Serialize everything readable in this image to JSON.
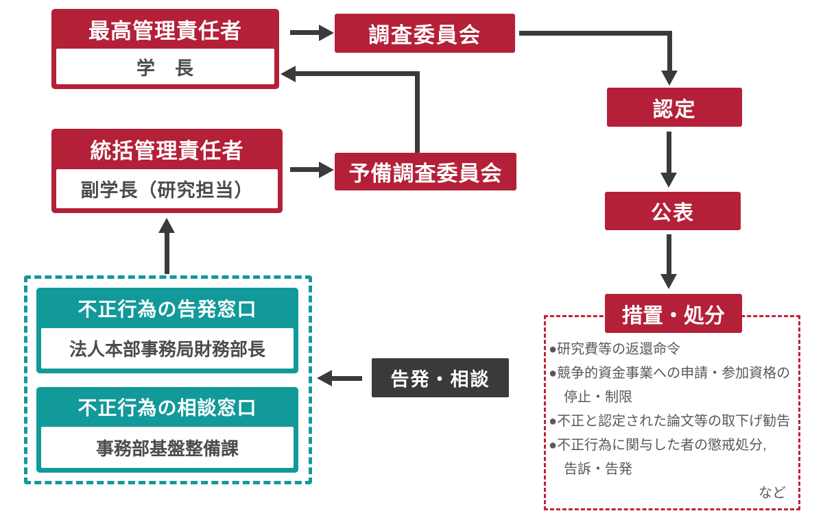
{
  "colors": {
    "red": "#b32038",
    "teal": "#12999a",
    "dark": "#3a3a3a",
    "red_dash": "#c0213c",
    "gray_text": "#4b4b4b",
    "list_text": "#595959"
  },
  "boxes": {
    "chief": {
      "title": "最高管理責任者",
      "value": "学　長"
    },
    "supervising": {
      "title": "統括管理責任者",
      "value": "副学長（研究担当）"
    },
    "investigation_committee": {
      "label": "調査委員会"
    },
    "preliminary_committee": {
      "label": "予備調査委員会"
    },
    "certification": {
      "label": "認定"
    },
    "publication": {
      "label": "公表"
    },
    "measures": {
      "label": "措置・処分"
    },
    "report_consult": {
      "label": "告発・相談"
    },
    "whistleblowing_desk": {
      "title": "不正行為の告発窓口",
      "value": "法人本部事務局財務部長"
    },
    "consultation_desk": {
      "title": "不正行為の相談窓口",
      "value": "事務部基盤整備課"
    }
  },
  "measures_detail": {
    "lines": [
      {
        "text": "●研究費等の返還命令",
        "indent": false
      },
      {
        "text": "●競争的資金事業への申請・参加資格の",
        "indent": false
      },
      {
        "text": "停止・制限",
        "indent": true
      },
      {
        "text": "●不正と認定された論文等の取下げ勧告",
        "indent": false
      },
      {
        "text": "●不正行為に関与した者の懲戒処分,",
        "indent": false
      },
      {
        "text": "告訴・告発",
        "indent": true
      }
    ],
    "footer": "など"
  }
}
